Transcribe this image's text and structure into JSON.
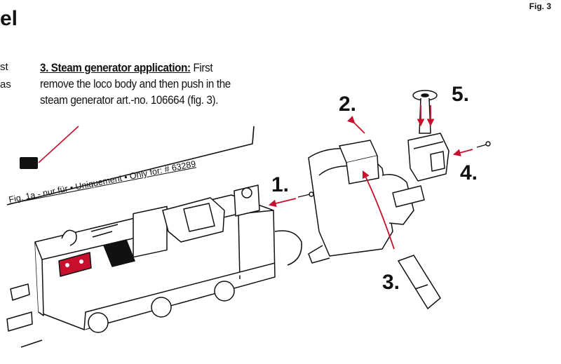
{
  "figure_label": "Fig. 3",
  "title_fragment": "el",
  "left_column_fragments": [
    "st",
    "as"
  ],
  "instructions": {
    "heading": "3. Steam generator application:",
    "body": "First remove the loco body and then push in the steam generator art.-no. 106664 (fig. 3)."
  },
  "inset_caption": "Fig. 1a - nur für • Uniquement • Only for: # 63289",
  "steps": [
    "1.",
    "2.",
    "3.",
    "4.",
    "5."
  ],
  "colors": {
    "accent": "#c8102e",
    "ink": "#111111"
  }
}
